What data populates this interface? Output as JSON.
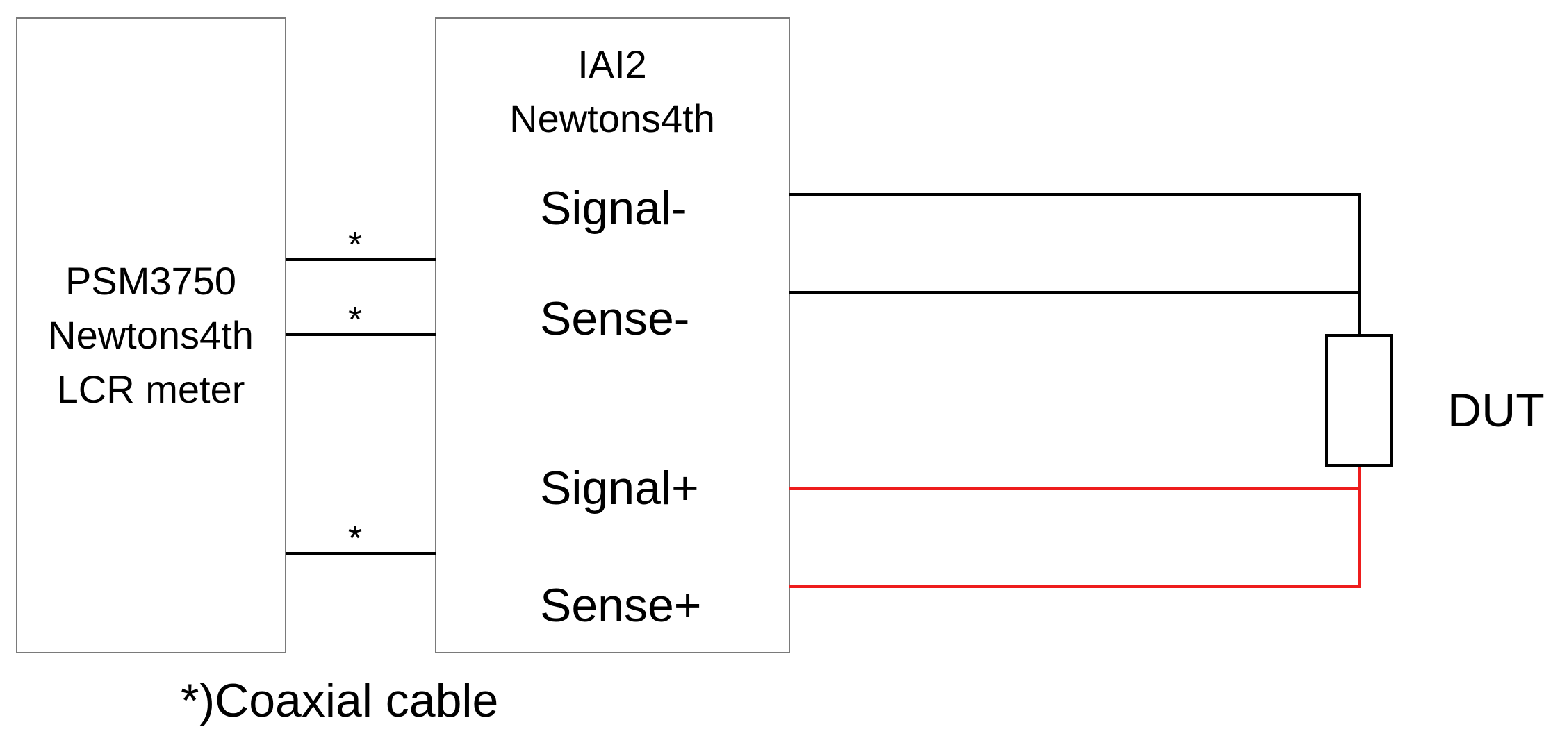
{
  "lcr_meter": {
    "lines": [
      "PSM3750",
      "Newtons4th",
      "LCR meter"
    ]
  },
  "interface": {
    "lines": [
      "IAI2",
      "Newtons4th"
    ],
    "terminals": [
      "Signal-",
      "Sense-",
      "Signal+",
      "Sense+"
    ]
  },
  "cable_markers": [
    "*",
    "*",
    "*"
  ],
  "dut_label": "DUT",
  "footnote": "*)Coaxial cable",
  "colors": {
    "positive_wire": "#ee1c1c",
    "negative_wire": "#000000",
    "box_border": "#7a7a7a"
  }
}
